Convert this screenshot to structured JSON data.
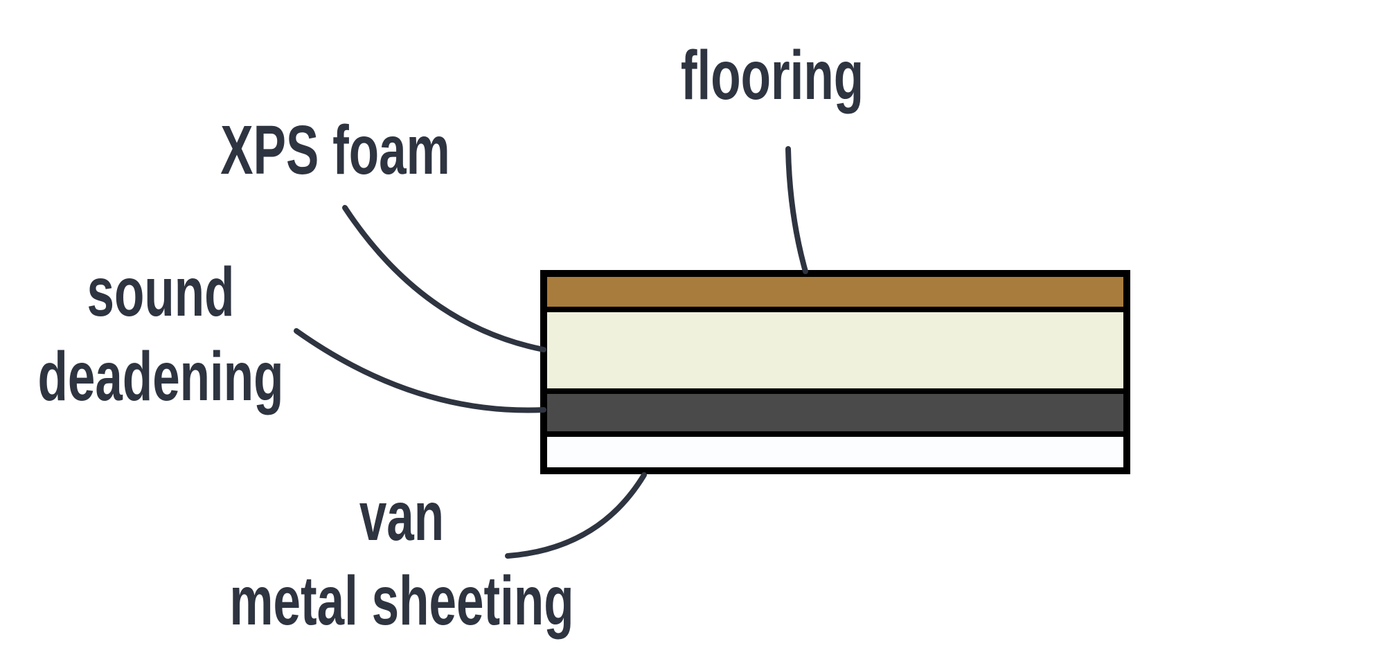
{
  "diagram": {
    "description": "van floor layer cross-section",
    "labels": {
      "flooring": "flooring",
      "xps_foam": "XPS foam",
      "sound_deadening": {
        "line1": "sound",
        "line2": "deadening"
      },
      "van_metal_sheeting": {
        "line1": "van",
        "line2": "metal sheeting"
      }
    },
    "layers": [
      {
        "name": "flooring",
        "color": "#a87c3c"
      },
      {
        "name": "XPS foam",
        "color": "#f0f1dc"
      },
      {
        "name": "sound deadening",
        "color": "#4a4a4a"
      },
      {
        "name": "van metal sheeting",
        "color": "#fbfdff"
      }
    ],
    "colors": {
      "text": "#2e3440",
      "leader_line": "#2e3440",
      "border": "#000000",
      "background": "#ffffff"
    }
  }
}
